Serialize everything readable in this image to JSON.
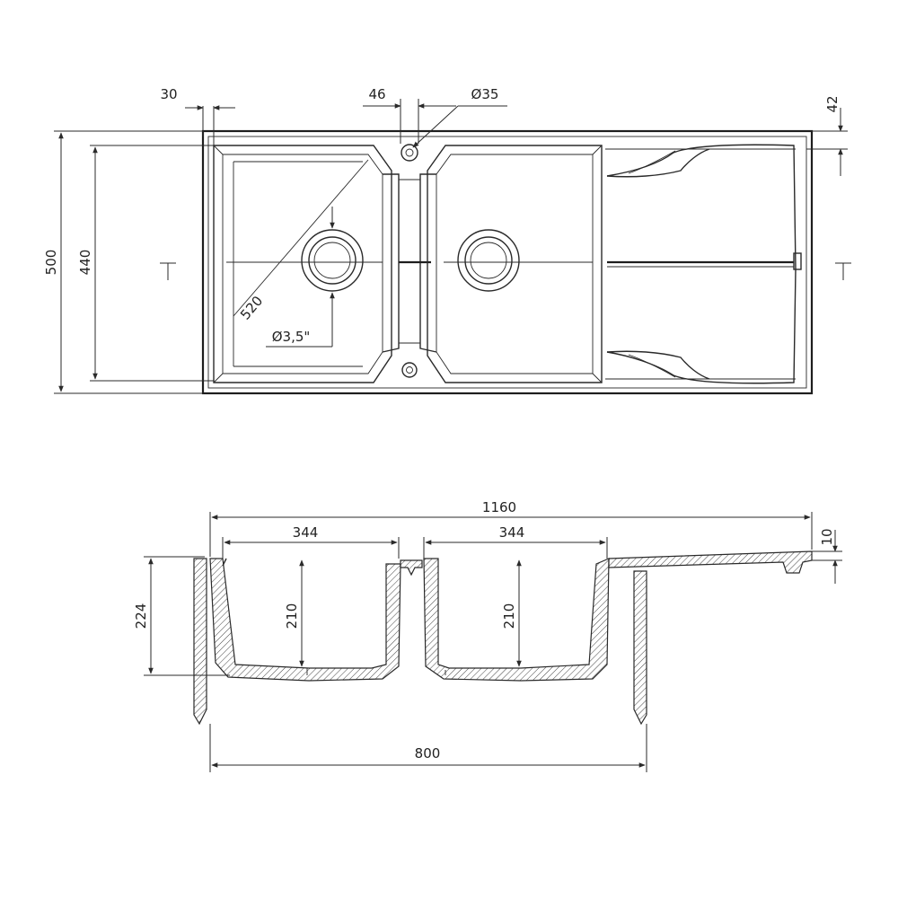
{
  "top_view": {
    "dim_30": "30",
    "dim_46": "46",
    "dim_hole": "Ø35",
    "dim_42": "42",
    "dim_500": "500",
    "dim_440": "440",
    "dim_520": "520",
    "dim_drain": "Ø3,5\""
  },
  "section_view": {
    "dim_1160": "1160",
    "dim_344_left": "344",
    "dim_344_right": "344",
    "dim_10": "10",
    "dim_224": "224",
    "dim_210_left": "210",
    "dim_210_right": "210",
    "dim_800": "800"
  }
}
